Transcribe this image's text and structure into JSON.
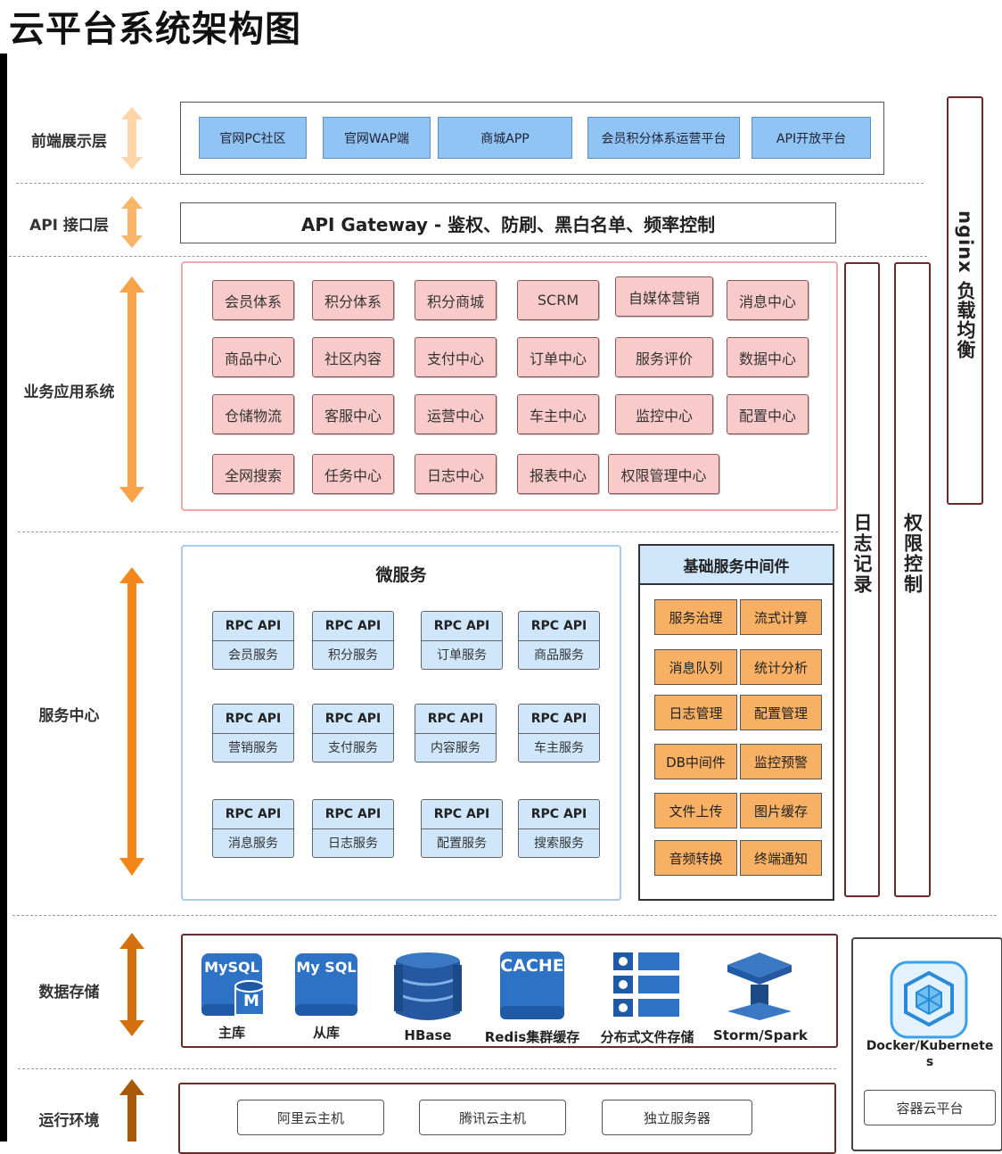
{
  "title": "云平台系统架构图",
  "layers": {
    "frontend": "前端展示层",
    "api": "API 接口层",
    "business": "业务应用系统",
    "service": "服务中心",
    "data": "数据存储",
    "env": "运行环境"
  },
  "frontend_items": [
    "官网PC社区",
    "官网WAP端",
    "商城APP",
    "会员积分体系运营平台",
    "API开放平台"
  ],
  "api_gateway": "API Gateway - 鉴权、防刷、黑白名单、频率控制",
  "business_rows": [
    [
      "会员体系",
      "积分体系",
      "积分商城",
      "SCRM",
      "自媒体营销",
      "消息中心"
    ],
    [
      "商品中心",
      "社区内容",
      "支付中心",
      "订单中心",
      "服务评价",
      "数据中心"
    ],
    [
      "仓储物流",
      "客服中心",
      "运营中心",
      "车主中心",
      "监控中心",
      "配置中心"
    ],
    [
      "全网搜索",
      "任务中心",
      "日志中心",
      "报表中心",
      "权限管理中心"
    ]
  ],
  "microservice": {
    "title": "微服务",
    "api_label": "RPC API",
    "rows": [
      [
        "会员服务",
        "积分服务",
        "订单服务",
        "商品服务"
      ],
      [
        "营销服务",
        "支付服务",
        "内容服务",
        "车主服务"
      ],
      [
        "消息服务",
        "日志服务",
        "配置服务",
        "搜索服务"
      ]
    ]
  },
  "middleware": {
    "title": "基础服务中间件",
    "items": [
      [
        "服务治理",
        "流式计算"
      ],
      [
        "消息队列",
        "统计分析"
      ],
      [
        "日志管理",
        "配置管理"
      ],
      [
        "DB中间件",
        "监控预警"
      ],
      [
        "文件上传",
        "图片缓存"
      ],
      [
        "音频转换",
        "终端通知"
      ]
    ]
  },
  "side": {
    "log": "日志记录",
    "auth": "权限控制",
    "nginx": "nginx 负载均衡"
  },
  "storage": {
    "mysql_master_logo": "MySQL",
    "mysql_master_badge": "M",
    "mysql_master": "主库",
    "mysql_slave_logo": "My SQL",
    "mysql_slave": "从库",
    "hbase": "HBase",
    "cache_logo": "CACHE",
    "redis": "Redis集群缓存",
    "dfs": "分布式文件存储",
    "storm": "Storm/Spark"
  },
  "docker": {
    "label": "Docker/Kubernetes",
    "platform": "容器云平台"
  },
  "env_items": [
    "阿里云主机",
    "腾讯云主机",
    "独立服务器"
  ],
  "colors": {
    "blue_btn": "#90c4f5",
    "pink_box": "#f9caca",
    "rpc_box": "#cfe6fb",
    "orange_box": "#f8b064"
  }
}
